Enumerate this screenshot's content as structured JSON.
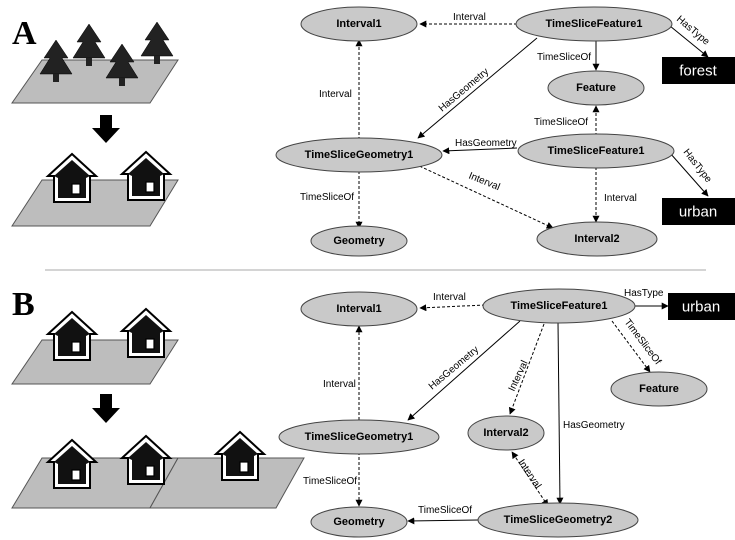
{
  "panels": [
    {
      "letter": "A",
      "nodes": [
        {
          "id": "interval1",
          "label": "Interval1"
        },
        {
          "id": "tsf1",
          "label": "TimeSliceFeature1"
        },
        {
          "id": "feature",
          "label": "Feature"
        },
        {
          "id": "tsg1",
          "label": "TimeSliceGeometry1"
        },
        {
          "id": "tsf1b",
          "label": "TimeSliceFeature1"
        },
        {
          "id": "geometry",
          "label": "Geometry"
        },
        {
          "id": "interval2",
          "label": "Interval2"
        }
      ],
      "types": [
        {
          "id": "forest",
          "label": "forest"
        },
        {
          "id": "urban",
          "label": "urban"
        }
      ],
      "edges": [
        {
          "id": "e1",
          "label": "Interval",
          "style": "dashed"
        },
        {
          "id": "e2",
          "label": "TimeSliceOf",
          "style": "solid"
        },
        {
          "id": "e3",
          "label": "HasType",
          "style": "solid"
        },
        {
          "id": "e4",
          "label": "HasGeometry",
          "style": "solid"
        },
        {
          "id": "e5",
          "label": "Interval",
          "style": "dashed"
        },
        {
          "id": "e6",
          "label": "TimeSliceOf",
          "style": "dashed"
        },
        {
          "id": "e7",
          "label": "HasGeometry",
          "style": "solid"
        },
        {
          "id": "e8",
          "label": "HasType",
          "style": "solid"
        },
        {
          "id": "e9",
          "label": "TimeSliceOf",
          "style": "dashed"
        },
        {
          "id": "e10",
          "label": "Interval",
          "style": "dashed"
        },
        {
          "id": "e11",
          "label": "Interval",
          "style": "dashed"
        }
      ]
    },
    {
      "letter": "B",
      "nodes": [
        {
          "id": "interval1",
          "label": "Interval1"
        },
        {
          "id": "tsf1",
          "label": "TimeSliceFeature1"
        },
        {
          "id": "feature",
          "label": "Feature"
        },
        {
          "id": "tsg1",
          "label": "TimeSliceGeometry1"
        },
        {
          "id": "interval2",
          "label": "Interval2"
        },
        {
          "id": "geometry",
          "label": "Geometry"
        },
        {
          "id": "tsg2",
          "label": "TimeSliceGeometry2"
        }
      ],
      "types": [
        {
          "id": "urban",
          "label": "urban"
        }
      ],
      "edges": [
        {
          "id": "e1",
          "label": "Interval",
          "style": "dashed"
        },
        {
          "id": "e2",
          "label": "HasType",
          "style": "solid"
        },
        {
          "id": "e3",
          "label": "TimeSliceOf",
          "style": "dashed"
        },
        {
          "id": "e4",
          "label": "HasGeometry",
          "style": "solid"
        },
        {
          "id": "e5",
          "label": "Interval",
          "style": "dashed"
        },
        {
          "id": "e6",
          "label": "HasGeometry",
          "style": "solid"
        },
        {
          "id": "e7",
          "label": "Interval",
          "style": "dashed"
        },
        {
          "id": "e8",
          "label": "TimeSliceOf",
          "style": "dashed"
        },
        {
          "id": "e9",
          "label": "Interval",
          "style": "dashed"
        },
        {
          "id": "e10",
          "label": "TimeSliceOf",
          "style": "solid"
        }
      ]
    }
  ],
  "colors": {
    "node_fill": "#c9c9c9",
    "type_box": "#000000",
    "ground": "#bdbdbd"
  }
}
